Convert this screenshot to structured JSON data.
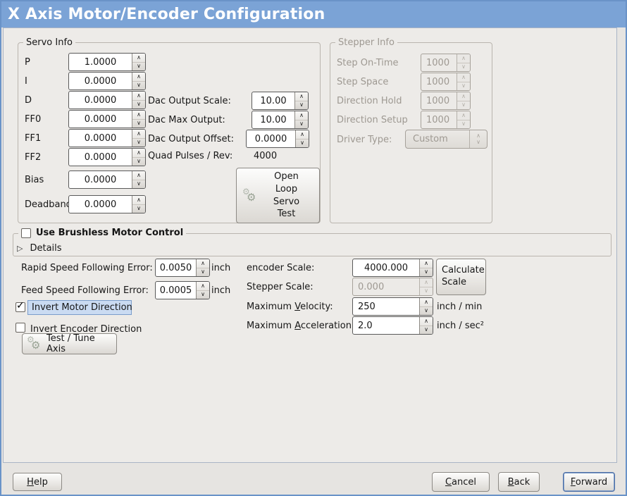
{
  "colors": {
    "titlebar_bg": "#7ba3d6",
    "window_border": "#6a93c8",
    "panel_bg": "#edebe8",
    "focus_highlight_bg": "#cadbf2",
    "focus_highlight_border": "#7b9dcb",
    "disabled_text": "#9e9992"
  },
  "icons": {
    "gear": "⚙",
    "check": "✓",
    "expander_collapsed": "▷",
    "spin_up": "∧",
    "spin_down": "∨"
  },
  "window": {
    "title": "X Axis Motor/Encoder Configuration"
  },
  "servo_info": {
    "title": "Servo Info",
    "fields": [
      {
        "label": "P",
        "value": "1.0000"
      },
      {
        "label": "I",
        "value": "0.0000"
      },
      {
        "label": "D",
        "value": "0.0000"
      },
      {
        "label": "FF0",
        "value": "0.0000"
      },
      {
        "label": "FF1",
        "value": "0.0000"
      },
      {
        "label": "FF2",
        "value": "0.0000"
      },
      {
        "label": "Bias",
        "value": "0.0000"
      },
      {
        "label": "Deadband",
        "value": "0.0000"
      }
    ],
    "dac_output_scale_label": "Dac Output Scale:",
    "dac_output_scale": "10.00",
    "dac_max_output_label": "Dac Max Output:",
    "dac_max_output": "10.00",
    "dac_output_offset_label": "Dac Output Offset:",
    "dac_output_offset": "0.0000",
    "quad_pulses_label": "Quad Pulses / Rev:",
    "quad_pulses": "4000",
    "open_loop_test_label": "Open\nLoop\nServo\nTest"
  },
  "stepper_info": {
    "title": "Stepper Info",
    "fields": [
      {
        "label": "Step On-Time",
        "value": "1000"
      },
      {
        "label": "Step Space",
        "value": "1000"
      },
      {
        "label": "Direction Hold",
        "value": "1000"
      },
      {
        "label": "Direction Setup",
        "value": "1000"
      }
    ],
    "driver_type_label": "Driver Type:",
    "driver_type_value": "Custom"
  },
  "brushless": {
    "title": "Use Brushless Motor Control",
    "checkbox_checked": false,
    "details_label": "Details"
  },
  "tuning": {
    "rapid_following_error_label": "Rapid Speed Following Error:",
    "rapid_following_error": "0.0050",
    "rapid_following_error_unit": "inch",
    "feed_following_error_label": "Feed Speed Following Error:",
    "feed_following_error": "0.0005",
    "feed_following_error_unit": "inch",
    "invert_motor_label": "Invert Motor Direction",
    "invert_motor_checked": true,
    "invert_encoder_label": "Invert Encoder Direction",
    "invert_encoder_checked": false,
    "test_tune_label": "Test / Tune Axis"
  },
  "scaling": {
    "encoder_scale_label": "encoder Scale:",
    "encoder_scale": "4000.000",
    "stepper_scale_label": "Stepper Scale:",
    "stepper_scale": "0.000",
    "calculate_scale_label": "Calculate Scale",
    "max_velocity_label_pre": "Maximum ",
    "max_velocity_label_mn": "V",
    "max_velocity_label_rest": "elocity:",
    "max_velocity": "250",
    "max_velocity_unit": "inch / min",
    "max_accel_label_pre": "Maximum ",
    "max_accel_label_mn": "A",
    "max_accel_label_rest": "cceleration:",
    "max_accel": "2.0",
    "max_accel_unit": "inch / sec²"
  },
  "nav": {
    "help_mn": "H",
    "help_rest": "elp",
    "cancel_mn": "C",
    "cancel_rest": "ancel",
    "back_mn": "B",
    "back_rest": "ack",
    "forward_mn": "F",
    "forward_rest": "orward"
  }
}
